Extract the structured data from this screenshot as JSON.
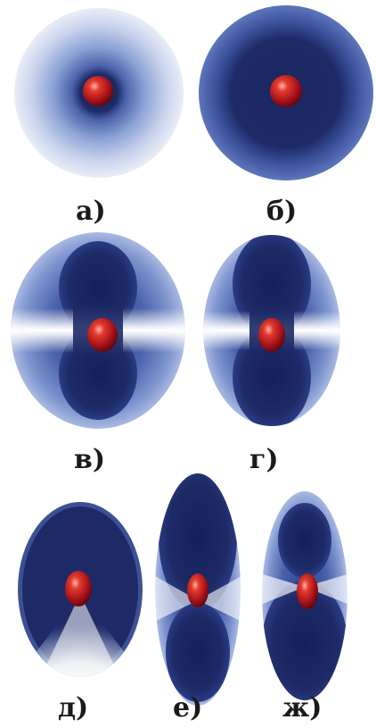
{
  "captions": {
    "a": "а)",
    "b": "б)",
    "v": "в)",
    "g": "г)",
    "d": "д)",
    "e": "е)",
    "zh": "ж)"
  },
  "colors": {
    "dark_blue": "#1d2a66",
    "mid_blue": "#4a62aa",
    "light_blue": "#c8d3ec",
    "nucleus_red": "#c0131b"
  }
}
